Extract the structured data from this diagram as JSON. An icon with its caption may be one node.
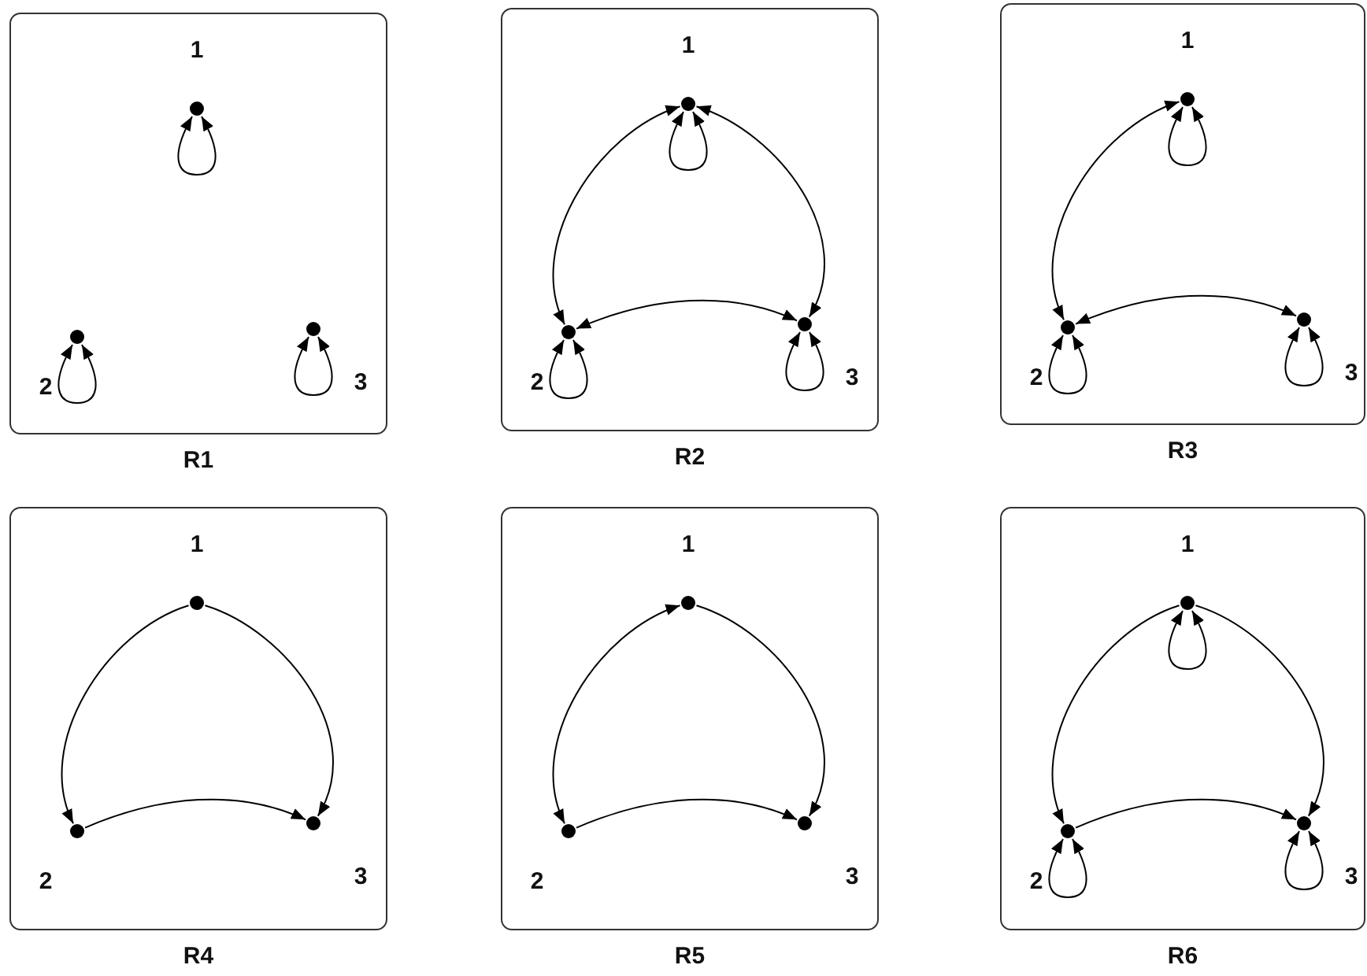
{
  "diagram": {
    "nodes": [
      {
        "text": [],
        "shape": "box",
        "beside": [
          "R1"
        ]
      },
      {
        "text": [],
        "shape": "circle",
        "in": 0,
        "beside": [
          "1"
        ]
      },
      {
        "text": [],
        "shape": "circle",
        "in": 0,
        "beside": [
          "2"
        ]
      },
      {
        "text": [],
        "shape": "circle",
        "in": 0,
        "beside": [
          "3"
        ]
      },
      {
        "text": [],
        "shape": "box",
        "beside": [
          "R2"
        ]
      },
      {
        "text": [],
        "shape": "circle",
        "in": 4,
        "beside": [
          "1"
        ]
      },
      {
        "text": [],
        "shape": "circle",
        "in": 4,
        "beside": [
          "2"
        ]
      },
      {
        "text": [],
        "shape": "circle",
        "in": 4,
        "beside": [
          "3"
        ]
      },
      {
        "text": [],
        "shape": "box",
        "beside": [
          "R3"
        ]
      },
      {
        "text": [],
        "shape": "circle",
        "in": 8,
        "beside": [
          "1"
        ]
      },
      {
        "text": [],
        "shape": "circle",
        "in": 8,
        "beside": [
          "2"
        ]
      },
      {
        "text": [],
        "shape": "circle",
        "in": 8,
        "beside": [
          "3"
        ]
      },
      {
        "text": [],
        "shape": "box",
        "beside": [
          "R4"
        ]
      },
      {
        "text": [],
        "shape": "circle",
        "in": 12,
        "beside": [
          "1"
        ]
      },
      {
        "text": [],
        "shape": "circle",
        "in": 12,
        "beside": [
          "2"
        ]
      },
      {
        "text": [],
        "shape": "circle",
        "in": 12,
        "beside": [
          "3"
        ]
      },
      {
        "text": [],
        "shape": "box",
        "beside": [
          "R5"
        ]
      },
      {
        "text": [],
        "shape": "circle",
        "in": 16,
        "beside": [
          "1"
        ]
      },
      {
        "text": [],
        "shape": "circle",
        "in": 16,
        "beside": [
          "2"
        ]
      },
      {
        "text": [],
        "shape": "circle",
        "in": 16,
        "beside": [
          "3"
        ]
      },
      {
        "text": [],
        "shape": "box",
        "beside": [
          "R6"
        ]
      },
      {
        "text": [],
        "shape": "circle",
        "in": 20,
        "beside": [
          "1"
        ]
      },
      {
        "text": [],
        "shape": "circle",
        "in": 20,
        "beside": [
          "2"
        ]
      },
      {
        "text": [],
        "shape": "circle",
        "in": 20,
        "beside": [
          "3"
        ]
      }
    ],
    "edges": [
      {
        "from": 1,
        "to": 1,
        "arrow": "both"
      },
      {
        "from": 2,
        "to": 2,
        "arrow": "both"
      },
      {
        "from": 3,
        "to": 3,
        "arrow": "both"
      },
      {
        "from": 5,
        "to": 5,
        "arrow": "both"
      },
      {
        "from": 6,
        "to": 6,
        "arrow": "both"
      },
      {
        "from": 7,
        "to": 7,
        "arrow": "both"
      },
      {
        "from": 5,
        "to": 6,
        "arrow": "both"
      },
      {
        "from": 5,
        "to": 7,
        "arrow": "both"
      },
      {
        "from": 6,
        "to": 7,
        "arrow": "both"
      },
      {
        "from": 9,
        "to": 9,
        "arrow": "both"
      },
      {
        "from": 10,
        "to": 10,
        "arrow": "both"
      },
      {
        "from": 11,
        "to": 11,
        "arrow": "both"
      },
      {
        "from": 9,
        "to": 10,
        "arrow": "both"
      },
      {
        "from": 10,
        "to": 11,
        "arrow": "both"
      },
      {
        "from": 13,
        "to": 14,
        "arrow": "to"
      },
      {
        "from": 13,
        "to": 15,
        "arrow": "to"
      },
      {
        "from": 14,
        "to": 15,
        "arrow": "to"
      },
      {
        "from": 17,
        "to": 18,
        "arrow": "both"
      },
      {
        "from": 17,
        "to": 19,
        "arrow": "to"
      },
      {
        "from": 18,
        "to": 19,
        "arrow": "to"
      },
      {
        "from": 21,
        "to": 21,
        "arrow": "both"
      },
      {
        "from": 22,
        "to": 22,
        "arrow": "both"
      },
      {
        "from": 23,
        "to": 23,
        "arrow": "both"
      },
      {
        "from": 21,
        "to": 22,
        "arrow": "to"
      },
      {
        "from": 21,
        "to": 23,
        "arrow": "to"
      },
      {
        "from": 22,
        "to": 23,
        "arrow": "to"
      }
    ]
  }
}
